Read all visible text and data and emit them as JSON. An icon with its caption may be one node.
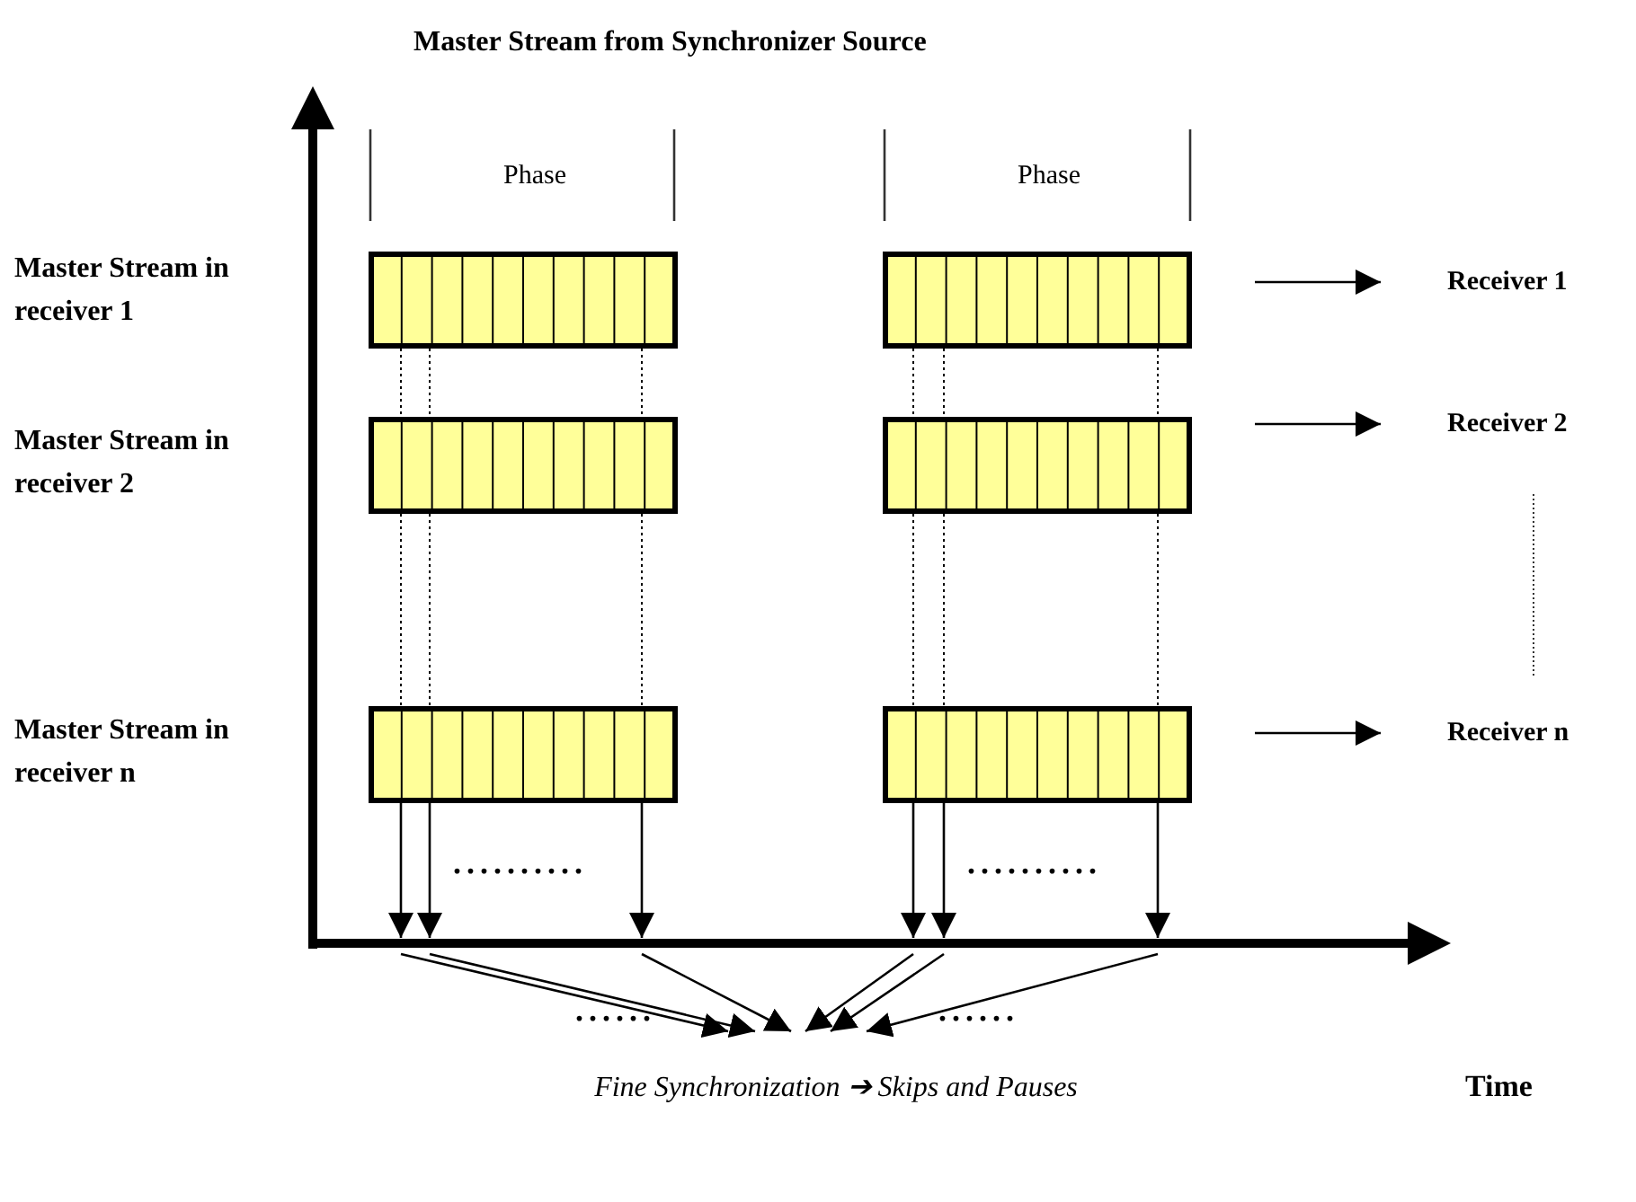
{
  "diagram": {
    "title": "Master Stream from Synchronizer Source",
    "nodes": [
      {
        "text": [],
        "shape": "bar"
      },
      {
        "text": [],
        "shape": "bar"
      },
      {
        "text": [
          "Receiver 1"
        ]
      },
      {
        "text": [],
        "shape": "bar"
      },
      {
        "text": [],
        "shape": "bar"
      },
      {
        "text": [
          "Receiver 2"
        ]
      },
      {
        "text": [],
        "shape": "bar"
      },
      {
        "text": [],
        "shape": "bar"
      },
      {
        "text": [
          "Receiver n"
        ]
      },
      {
        "text": [
          "Fine Synchronization ➔ Skips and Pauses"
        ]
      }
    ],
    "edges": [
      {
        "from": null,
        "to": 2,
        "arrow": "to"
      },
      {
        "from": null,
        "to": 5,
        "arrow": "to"
      },
      {
        "from": null,
        "to": 8,
        "arrow": "to"
      },
      {
        "from": 0,
        "to": 3,
        "arrow": "none",
        "style": "dashed"
      },
      {
        "from": 0,
        "to": 3,
        "arrow": "none",
        "style": "dashed"
      },
      {
        "from": 0,
        "to": 3,
        "arrow": "none",
        "style": "dashed"
      },
      {
        "from": 1,
        "to": 4,
        "arrow": "none",
        "style": "dashed"
      },
      {
        "from": 1,
        "to": 4,
        "arrow": "none",
        "style": "dashed"
      },
      {
        "from": 1,
        "to": 4,
        "arrow": "none",
        "style": "dashed"
      },
      {
        "from": 3,
        "to": 6,
        "arrow": "none",
        "style": "dashed"
      },
      {
        "from": 3,
        "to": 6,
        "arrow": "none",
        "style": "dashed"
      },
      {
        "from": 3,
        "to": 6,
        "arrow": "none",
        "style": "dashed"
      },
      {
        "from": 4,
        "to": 7,
        "arrow": "none",
        "style": "dashed"
      },
      {
        "from": 4,
        "to": 7,
        "arrow": "none",
        "style": "dashed"
      },
      {
        "from": 4,
        "to": 7,
        "arrow": "none",
        "style": "dashed"
      },
      {
        "from": 6,
        "to": null,
        "arrow": "to"
      },
      {
        "from": 6,
        "to": null,
        "arrow": "to"
      },
      {
        "from": 6,
        "to": null,
        "arrow": "to"
      },
      {
        "from": 7,
        "to": null,
        "arrow": "to"
      },
      {
        "from": 7,
        "to": null,
        "arrow": "to"
      },
      {
        "from": 7,
        "to": null,
        "arrow": "to"
      },
      {
        "from": null,
        "to": 9,
        "arrow": "to"
      },
      {
        "from": null,
        "to": 9,
        "arrow": "to"
      },
      {
        "from": null,
        "to": 9,
        "arrow": "to"
      },
      {
        "from": null,
        "to": 9,
        "arrow": "to"
      },
      {
        "from": null,
        "to": 9,
        "arrow": "to"
      },
      {
        "from": null,
        "to": 9,
        "arrow": "to"
      }
    ],
    "labels": [
      "Phase",
      "Phase",
      "Master Stream in receiver 1",
      "Master Stream in receiver 2",
      "Master Stream in receiver n",
      "..........",
      "..........",
      "......",
      "......",
      "Time"
    ]
  }
}
